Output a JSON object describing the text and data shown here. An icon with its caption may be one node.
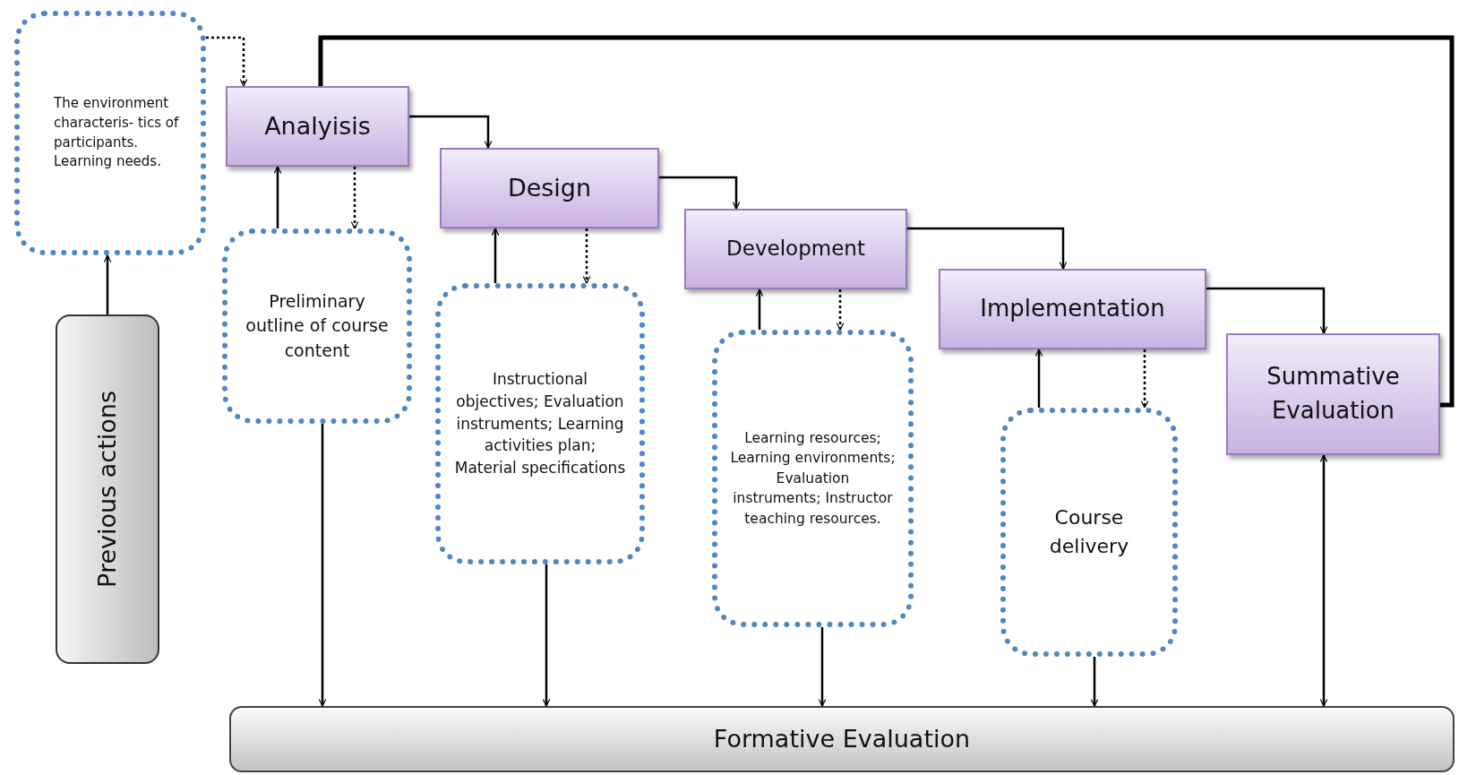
{
  "diagram": {
    "nodes": [
      {
        "text": [
          "The environment characteris- tics of participants. Learning needs."
        ]
      },
      {
        "text": [
          "Previous actions"
        ]
      },
      {
        "text": [
          "Analyisis"
        ]
      },
      {
        "text": [
          "Preliminary outline of course content"
        ]
      },
      {
        "text": [
          "Design"
        ]
      },
      {
        "text": [
          "Instructional objectives; Evaluation instruments; Learning activities plan; Material specifications"
        ]
      },
      {
        "text": [
          "Development"
        ]
      },
      {
        "text": [
          "Learning resources; Learning environments; Evaluation instruments; Instructor teaching resources."
        ]
      },
      {
        "text": [
          "Implementation"
        ]
      },
      {
        "text": [
          "Course delivery"
        ]
      },
      {
        "text": [
          "Summative Evaluation"
        ]
      },
      {
        "text": [
          "Formative Evaluation"
        ]
      }
    ],
    "edges": [
      {
        "from": 1,
        "to": 0,
        "arrow": "to"
      },
      {
        "from": 0,
        "to": 2,
        "arrow": "to",
        "style": "dashed"
      },
      {
        "from": 10,
        "to": 2,
        "arrow": "to",
        "style": "thick"
      },
      {
        "from": 2,
        "to": 4,
        "arrow": "to"
      },
      {
        "from": 4,
        "to": 6,
        "arrow": "to"
      },
      {
        "from": 6,
        "to": 8,
        "arrow": "to"
      },
      {
        "from": 8,
        "to": 10,
        "arrow": "to"
      },
      {
        "from": 3,
        "to": 2,
        "arrow": "to"
      },
      {
        "from": 2,
        "to": 3,
        "arrow": "to",
        "style": "dashed"
      },
      {
        "from": 5,
        "to": 4,
        "arrow": "to"
      },
      {
        "from": 4,
        "to": 5,
        "arrow": "to",
        "style": "dashed"
      },
      {
        "from": 7,
        "to": 6,
        "arrow": "to"
      },
      {
        "from": 6,
        "to": 7,
        "arrow": "to",
        "style": "dashed"
      },
      {
        "from": 9,
        "to": 8,
        "arrow": "to"
      },
      {
        "from": 8,
        "to": 9,
        "arrow": "to",
        "style": "dashed"
      },
      {
        "from": 3,
        "to": 11,
        "arrow": "to"
      },
      {
        "from": 5,
        "to": 11,
        "arrow": "to"
      },
      {
        "from": 7,
        "to": 11,
        "arrow": "to"
      },
      {
        "from": 9,
        "to": 11,
        "arrow": "to"
      },
      {
        "from": 10,
        "to": 11,
        "arrow": "both"
      }
    ]
  }
}
